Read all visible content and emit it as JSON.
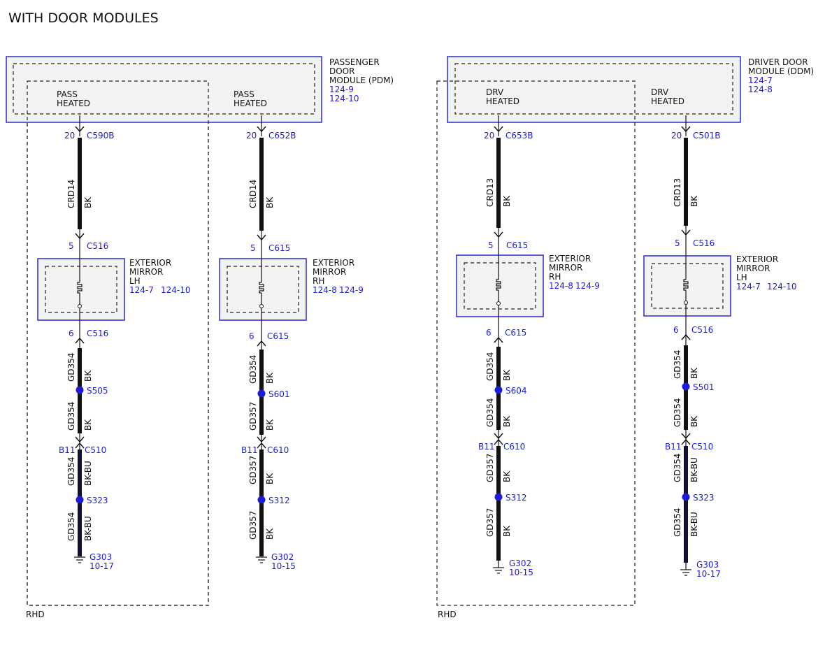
{
  "title": "WITH DOOR MODULES",
  "colors": {
    "module_border": "#2a2ad0",
    "module_fill": "#f2f2f2",
    "blue": "#1c1cd6",
    "wire": "#111111",
    "blue_wire": "#101060"
  },
  "left_group": {
    "rhd_label": "RHD",
    "module": {
      "name": [
        "PASSENGER",
        "DOOR",
        "MODULE (PDM)"
      ],
      "refs": [
        "124-9",
        "124-10"
      ]
    },
    "circuits": [
      {
        "heated_label": [
          "PASS",
          "HEATED"
        ],
        "top_connector": {
          "pin": "20",
          "name": "C590B"
        },
        "upper_wire": {
          "circuit": "CRD14",
          "color": "BK"
        },
        "mirror_in": {
          "pin": "5",
          "name": "C516"
        },
        "mirror": {
          "name": [
            "EXTERIOR",
            "MIRROR",
            "LH"
          ],
          "refs": [
            "124-7",
            "124-10"
          ]
        },
        "mirror_out": {
          "pin": "6",
          "name": "C516"
        },
        "wire_a": {
          "circuit": "GD354",
          "color": "BK"
        },
        "splice_1": "S505",
        "wire_b": {
          "circuit": "GD354",
          "color": "BK"
        },
        "inline_connector": {
          "pin": "B11",
          "name": "C510"
        },
        "wire_c": {
          "circuit": "GD354",
          "color": "BK-BU"
        },
        "splice_2": "S323",
        "wire_d": {
          "circuit": "GD354",
          "color": "BK-BU"
        },
        "ground": {
          "name": "G303",
          "ref": "10-17"
        }
      },
      {
        "heated_label": [
          "PASS",
          "HEATED"
        ],
        "top_connector": {
          "pin": "20",
          "name": "C652B"
        },
        "upper_wire": {
          "circuit": "CRD14",
          "color": "BK"
        },
        "mirror_in": {
          "pin": "5",
          "name": "C615"
        },
        "mirror": {
          "name": [
            "EXTERIOR",
            "MIRROR",
            "RH"
          ],
          "refs": [
            "124-8",
            "124-9"
          ]
        },
        "mirror_out": {
          "pin": "6",
          "name": "C615"
        },
        "wire_a": {
          "circuit": "GD354",
          "color": "BK"
        },
        "splice_1": "S601",
        "wire_b": {
          "circuit": "GD357",
          "color": "BK"
        },
        "inline_connector": {
          "pin": "B11",
          "name": "C610"
        },
        "wire_c": {
          "circuit": "GD357",
          "color": "BK"
        },
        "splice_2": "S312",
        "wire_d": {
          "circuit": "GD357",
          "color": "BK"
        },
        "ground": {
          "name": "G302",
          "ref": "10-15"
        }
      }
    ]
  },
  "right_group": {
    "rhd_label": "RHD",
    "module": {
      "name": [
        "DRIVER DOOR",
        "MODULE (DDM)"
      ],
      "refs": [
        "124-7",
        "124-8"
      ]
    },
    "circuits": [
      {
        "heated_label": [
          "DRV",
          "HEATED"
        ],
        "top_connector": {
          "pin": "20",
          "name": "C653B"
        },
        "upper_wire": {
          "circuit": "CRD13",
          "color": "BK"
        },
        "mirror_in": {
          "pin": "5",
          "name": "C615"
        },
        "mirror": {
          "name": [
            "EXTERIOR",
            "MIRROR",
            "RH"
          ],
          "refs": [
            "124-8",
            "124-9"
          ]
        },
        "mirror_out": {
          "pin": "6",
          "name": "C615"
        },
        "wire_a": {
          "circuit": "GD354",
          "color": "BK"
        },
        "splice_1": "S604",
        "wire_b": {
          "circuit": "GD354",
          "color": "BK"
        },
        "inline_connector": {
          "pin": "B11",
          "name": "C610"
        },
        "wire_c": {
          "circuit": "GD357",
          "color": "BK"
        },
        "splice_2": "S312",
        "wire_d": {
          "circuit": "GD357",
          "color": "BK"
        },
        "ground": {
          "name": "G302",
          "ref": "10-15"
        }
      },
      {
        "heated_label": [
          "DRV",
          "HEATED"
        ],
        "top_connector": {
          "pin": "20",
          "name": "C501B"
        },
        "upper_wire": {
          "circuit": "CRD13",
          "color": "BK"
        },
        "mirror_in": {
          "pin": "5",
          "name": "C516"
        },
        "mirror": {
          "name": [
            "EXTERIOR",
            "MIRROR",
            "LH"
          ],
          "refs": [
            "124-7",
            "124-10"
          ]
        },
        "mirror_out": {
          "pin": "6",
          "name": "C516"
        },
        "wire_a": {
          "circuit": "GD354",
          "color": "BK"
        },
        "splice_1": "S501",
        "wire_b": {
          "circuit": "GD354",
          "color": "BK"
        },
        "inline_connector": {
          "pin": "B11",
          "name": "C510"
        },
        "wire_c": {
          "circuit": "GD354",
          "color": "BK-BU"
        },
        "splice_2": "S323",
        "wire_d": {
          "circuit": "GD354",
          "color": "BK-BU"
        },
        "ground": {
          "name": "G303",
          "ref": "10-17"
        }
      }
    ]
  }
}
